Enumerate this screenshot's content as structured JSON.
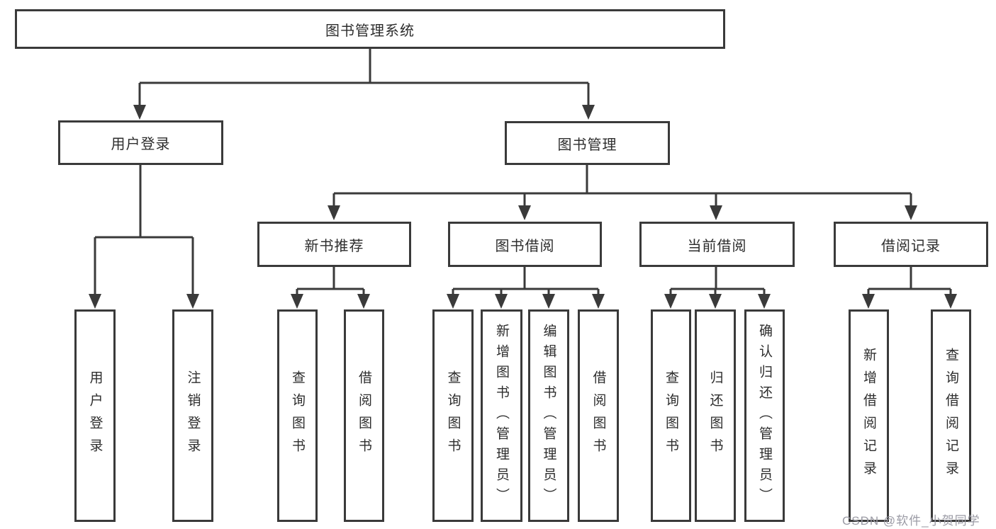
{
  "diagram_title": "图书管理系统",
  "tree": {
    "root": {
      "label": "图书管理系统"
    },
    "children": [
      {
        "label": "用户登录",
        "children": [
          {
            "label": "用户登录"
          },
          {
            "label": "注销登录"
          }
        ]
      },
      {
        "label": "图书管理",
        "children": [
          {
            "label": "新书推荐",
            "children": [
              {
                "label": "查询图书"
              },
              {
                "label": "借阅图书"
              }
            ]
          },
          {
            "label": "图书借阅",
            "children": [
              {
                "label": "查询图书"
              },
              {
                "label": "新增图书（管理员）"
              },
              {
                "label": "编辑图书（管理员）"
              },
              {
                "label": "借阅图书"
              }
            ]
          },
          {
            "label": "当前借阅",
            "children": [
              {
                "label": "查询图书"
              },
              {
                "label": "归还图书"
              },
              {
                "label": "确认归还（管理员）"
              }
            ]
          },
          {
            "label": "借阅记录",
            "children": [
              {
                "label": "新增借阅记录"
              },
              {
                "label": "查询借阅记录"
              }
            ]
          }
        ]
      }
    ]
  },
  "watermark": {
    "text": "CSDN @软件_小贺同学"
  },
  "colors": {
    "line": "#3a3a3a",
    "box_border": "#3a3a3a",
    "text": "#2d2d2d",
    "background": "#ffffff",
    "watermark": "#9b9ba5"
  }
}
